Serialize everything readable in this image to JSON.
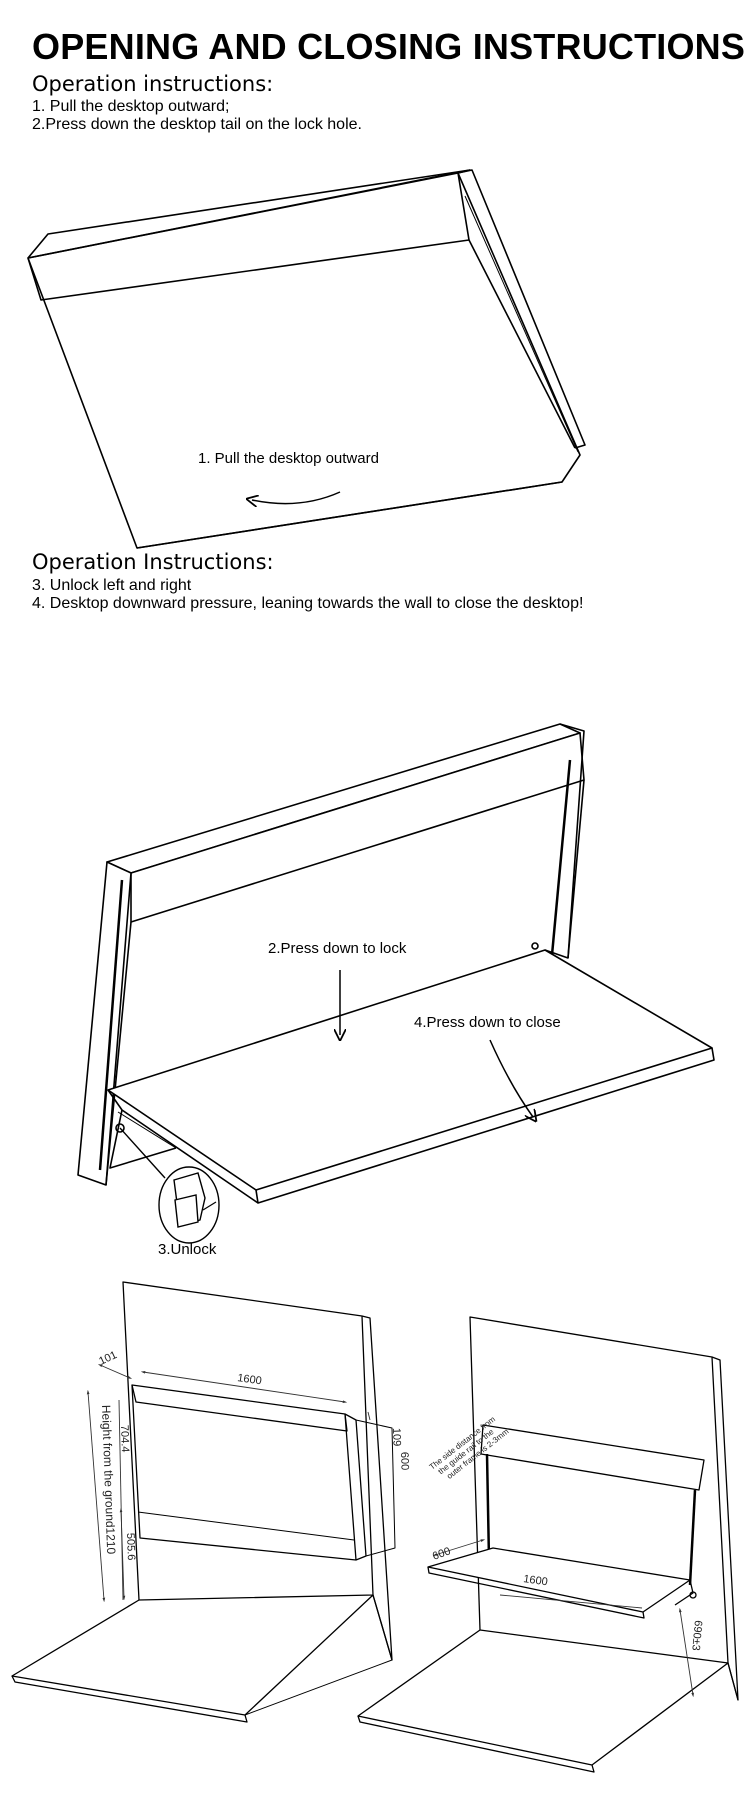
{
  "page": {
    "title": "OPENING AND CLOSING INSTRUCTIONS"
  },
  "section1": {
    "heading": "Operation instructions:",
    "lines": [
      "1. Pull the desktop outward;",
      "2.Press down the desktop tail on the lock hole."
    ],
    "figure_label": "1. Pull the desktop outward"
  },
  "section2": {
    "heading": "Operation Instructions:",
    "lines": [
      "3. Unlock left and right",
      "4. Desktop downward pressure, leaning towards the wall to close the desktop!"
    ],
    "labels": {
      "press_lock": "2.Press down to lock",
      "press_close": "4.Press down to close",
      "unlock": "3.Unlock"
    }
  },
  "section3": {
    "left": {
      "dim_top_offset": "101",
      "dim_width": "1600",
      "dim_height": "704.4",
      "dim_lower": "505.6",
      "height_from_ground": "Height from the ground1210",
      "dim_depth_1": "109",
      "dim_depth_2": "600"
    },
    "right": {
      "dim_depth": "600",
      "dim_width": "1600",
      "dim_table_height": "690±3",
      "note_line1": "The side distance from",
      "note_line2": "the guide rail to the",
      "note_line3": "outer frame is 2-3mm"
    }
  },
  "icons": [
    "arrow-curved-left-icon",
    "arrow-down-icon",
    "arrow-curved-down-icon",
    "lock-detail-icon"
  ]
}
